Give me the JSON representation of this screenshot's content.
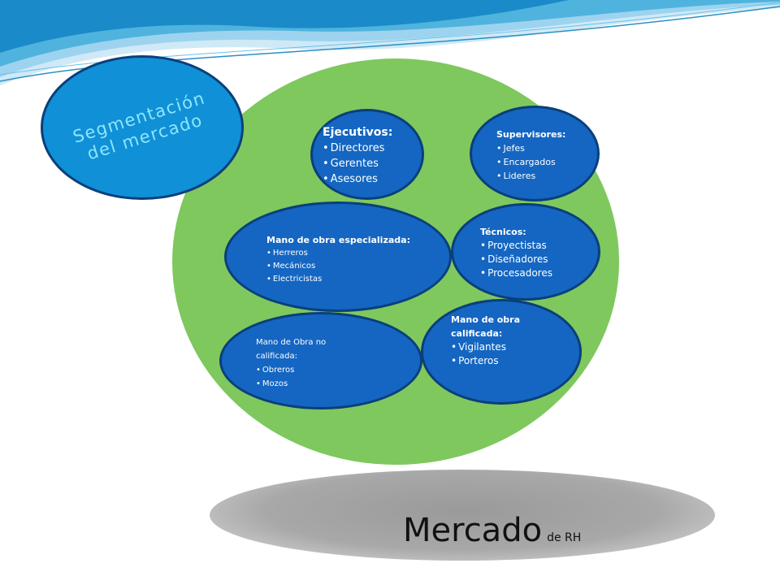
{
  "segmentacion": {
    "line1": "Segmentación",
    "line2": "del mercado"
  },
  "groups": [
    {
      "title": "Ejecutivos:",
      "items": [
        "Directores",
        "Gerentes",
        "Asesores"
      ]
    },
    {
      "title": "Supervisores:",
      "items": [
        "Jefes",
        "Encargados",
        "Lideres"
      ]
    },
    {
      "title": "Mano de obra especializada:",
      "items": [
        "Herreros",
        "Mecánicos",
        "Electricistas"
      ]
    },
    {
      "title": "Técnicos:",
      "items": [
        "Proyectistas",
        "Diseñadores",
        "Procesadores"
      ]
    },
    {
      "title_line1": "Mano de obra",
      "title_line2": "calificada:",
      "items": [
        "Vigilantes",
        "Porteros"
      ]
    },
    {
      "title_line1": "Mano de Obra no",
      "title_line2": "calificada:",
      "items": [
        "Obreros",
        "Mozos"
      ]
    }
  ],
  "footer": {
    "main": "Mercado",
    "sub": "de RH"
  },
  "colors": {
    "green": "#7ec85e",
    "bubble": "#1466c2",
    "bubble_border": "#0b3f7a",
    "segm": "#1090d6",
    "segm_text": "#8ee6ff"
  }
}
